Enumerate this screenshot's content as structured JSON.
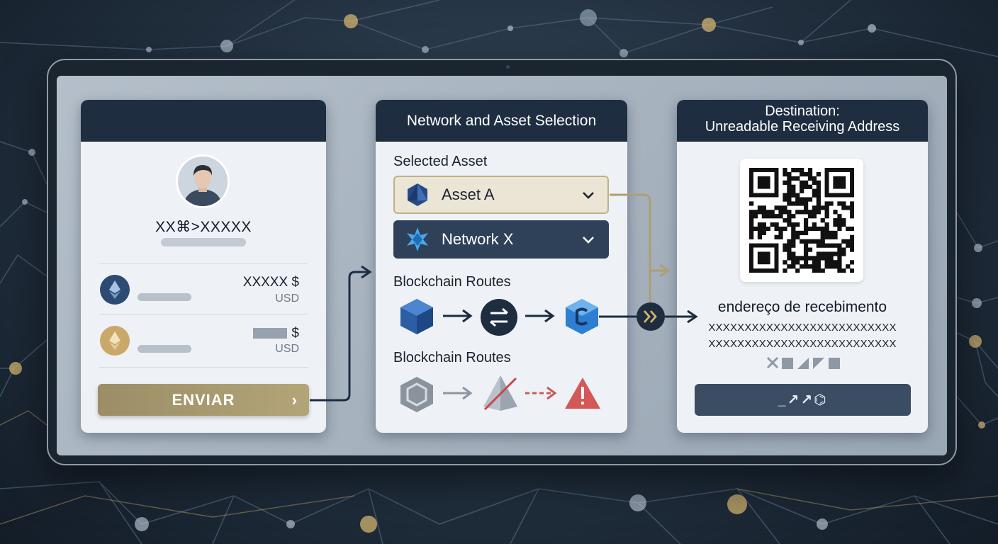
{
  "sender": {
    "username": "XX⌘>XXXXX",
    "asset_1": {
      "amount": "XXXXX $",
      "currency": "USD",
      "icon": "ethereum-icon-blue"
    },
    "asset_2": {
      "amount": "$",
      "currency": "USD",
      "icon": "ethereum-icon-gold"
    },
    "send_button": "ENVIAR"
  },
  "network_panel": {
    "title": "Network and Asset Selection",
    "selected_asset_label": "Selected Asset",
    "asset_select": {
      "value": "Asset A",
      "icon": "asset-a-icon"
    },
    "network_select": {
      "value": "Network X",
      "icon": "network-x-icon"
    },
    "routes_label": "Blockchain Routes",
    "routes_label_2": "Blockchain Routes"
  },
  "destination": {
    "title_line_1": "Destination:",
    "title_line_2": "Unreadable Receiving Address",
    "address_label": "endereço de recebimento",
    "address_line_1": "XXXXXXXXXXXXXXXXXXXXXXXXXX",
    "address_line_2": "XXXXXXXXXXXXXXXXXXXXXXXXXX",
    "action_button": "_↗↗⌬"
  },
  "colors": {
    "header_navy": "#1e2d40",
    "gold_accent": "#ad9f72",
    "select_navy": "#2e4159",
    "warning_red": "#d24c4c",
    "arrow_navy": "#1c2c42"
  }
}
